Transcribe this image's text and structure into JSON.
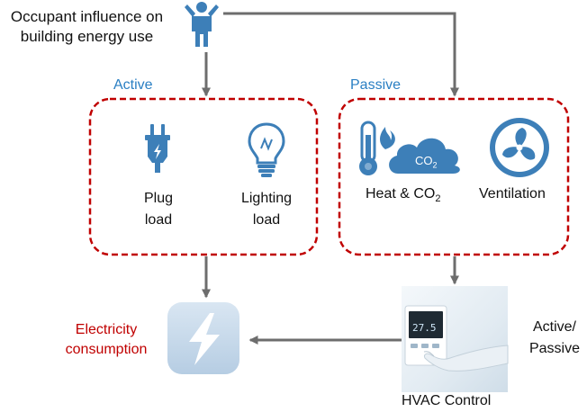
{
  "occupant": {
    "label_line1": "Occupant influence on",
    "label_line2": "building energy use",
    "icon": "person-icon"
  },
  "active": {
    "heading": "Active",
    "plug": {
      "line1": "Plug",
      "line2": "load",
      "icon": "plug-icon"
    },
    "lighting": {
      "line1": "Lighting",
      "line2": "load",
      "icon": "lightbulb-icon"
    }
  },
  "passive": {
    "heading": "Passive",
    "heat": {
      "label": "Heat & CO",
      "subscript": "2",
      "cloud_text": "CO",
      "cloud_sub": "2",
      "icons": [
        "thermometer-icon",
        "flame-icon",
        "cloud-icon"
      ]
    },
    "ventilation": {
      "label": "Ventilation",
      "icon": "fan-icon"
    }
  },
  "electricity": {
    "line1": "Electricity",
    "line2": "consumption",
    "icon": "lightning-icon"
  },
  "hvac": {
    "label": "HVAC Control",
    "side_line1": "Active/",
    "side_line2": "Passive",
    "display": "27.5",
    "image": "thermostat-photo"
  },
  "colors": {
    "accent_blue": "#2a7fc3",
    "icon_blue": "#3d7fb8",
    "dashed_red": "#c00000",
    "arrow_gray": "#6d6d6d"
  }
}
